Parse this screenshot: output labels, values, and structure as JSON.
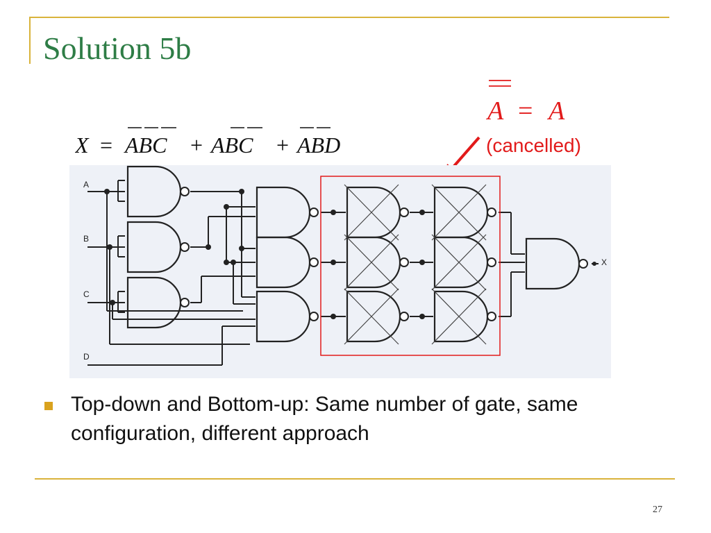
{
  "slide": {
    "title": "Solution 5b",
    "equation": {
      "output": "X",
      "equals": "=",
      "terms": [
        "ABC",
        "ABC",
        "ABD"
      ],
      "plus": "+"
    },
    "identity": {
      "lhs": "A",
      "equals": "=",
      "rhs": "A",
      "note": "(cancelled)"
    },
    "circuit": {
      "inputs": [
        "A",
        "B",
        "C",
        "D"
      ],
      "output": "X",
      "gate_type": "nand",
      "cancelled_note": "cancelled double-inversion gates boxed in red"
    },
    "bullets": [
      "Top-down and Bottom-up: Same number of gate, same configuration, different approach"
    ],
    "page_number": "27"
  },
  "colors": {
    "title": "#2e7d46",
    "frame": "#d9b33b",
    "bullet": "#d9a21e",
    "annotation": "#e21a1a",
    "diagram_bg": "#eef1f7",
    "wire": "#222222"
  }
}
